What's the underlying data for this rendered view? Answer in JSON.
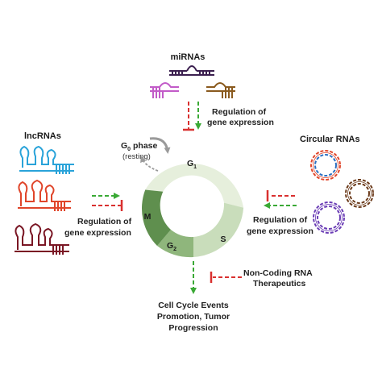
{
  "mirna": {
    "title": "miRNAs",
    "regulation_line1": "Regulation of",
    "regulation_line2": "gene expression"
  },
  "lncrna": {
    "title": "lncRNAs",
    "regulation_line1": "Regulation of",
    "regulation_line2": "gene expression"
  },
  "circrna": {
    "title": "Circular RNAs",
    "regulation_line1": "Regulation of",
    "regulation_line2": "gene expression"
  },
  "g0": {
    "label_main": "G",
    "label_sub": "0",
    "label_suffix": " phase",
    "resting": "(resting)"
  },
  "cycle": {
    "phases": [
      {
        "name": "G",
        "sub": "1"
      },
      {
        "name": "S",
        "sub": ""
      },
      {
        "name": "G",
        "sub": "2"
      },
      {
        "name": "M",
        "sub": ""
      }
    ]
  },
  "therapeutics": {
    "line1": "Non-Coding RNA",
    "line2": "Therapeutics"
  },
  "outcome": {
    "line1": "Cell Cycle Events",
    "line2": "Promotion, Tumor",
    "line3": "Progression"
  },
  "colors": {
    "g1": "#e6efdc",
    "s": "#c9ddbb",
    "g2": "#8fb67c",
    "m": "#5f8f4e",
    "activate_arrow": "#3aa935",
    "inhibit_arrow": "#d9302f",
    "lnc_blue": "#29a3d9",
    "lnc_red": "#e0452a",
    "lnc_maroon": "#7a1624",
    "mirna_dark": "#3b1f4f",
    "mirna_pink": "#c25bc8",
    "mirna_brown": "#8a5a1e",
    "circ_red": "#e0452a",
    "circ_blue": "#2a6fc2",
    "circ_brown": "#6b3a1a",
    "circ_purple": "#6a3cb5"
  }
}
